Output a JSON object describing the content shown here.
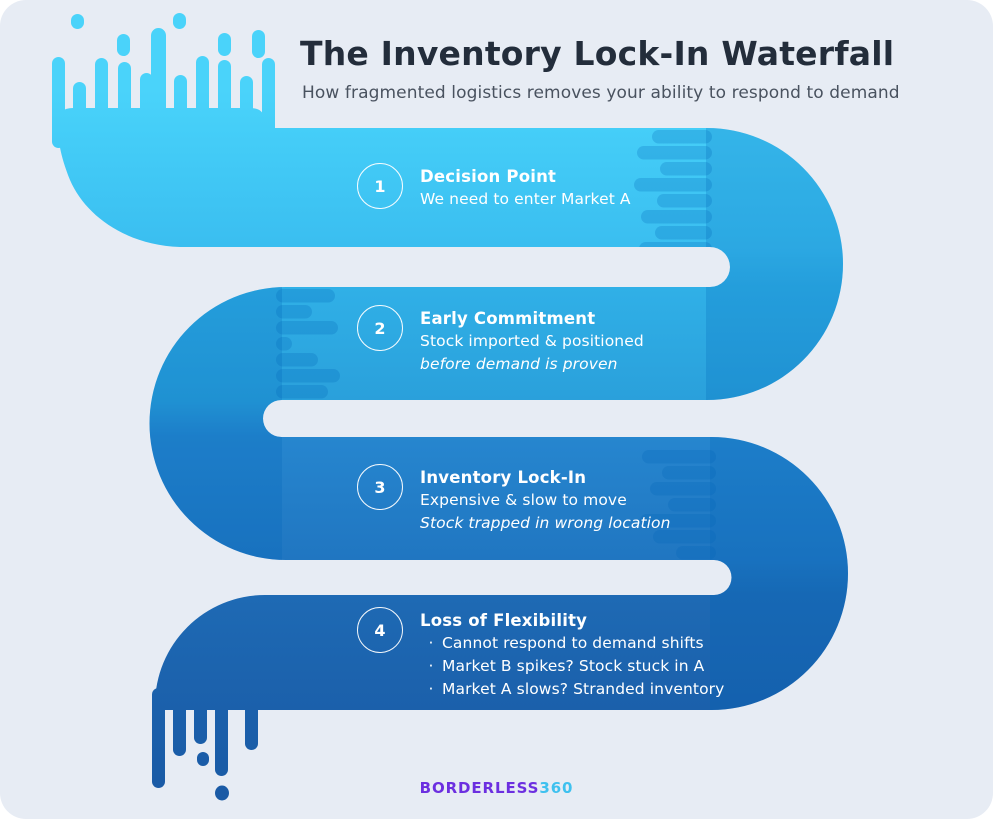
{
  "header": {
    "title": "The Inventory Lock-In Waterfall",
    "subtitle": "How fragmented logistics removes your ability to respond to demand"
  },
  "bullet_char": "·",
  "steps": [
    {
      "number": "1",
      "title": "Decision Point",
      "lines": {
        "0": {
          "text": "We need to enter Market A"
        }
      }
    },
    {
      "number": "2",
      "title": "Early Commitment",
      "lines": {
        "0": {
          "text": "Stock imported & positioned"
        },
        "1": {
          "text": "before demand is proven"
        }
      }
    },
    {
      "number": "3",
      "title": "Inventory Lock-In",
      "lines": {
        "0": {
          "text": "Expensive & slow to move"
        },
        "1": {
          "text": "Stock trapped in wrong location"
        }
      }
    },
    {
      "number": "4",
      "title": "Loss of Flexibility",
      "lines": {
        "0": {
          "text": "Cannot respond to demand shifts"
        },
        "1": {
          "text": "Market B spikes? Stock stuck in A"
        },
        "2": {
          "text": "Market A slows? Stranded inventory"
        }
      }
    }
  ],
  "footer": {
    "brand": "BORDERLESS",
    "brand_suffix": "360"
  },
  "colors": {
    "canvas_background": "#E7ECF4",
    "flow_top": "#45CEF8",
    "flow_bottom": "#1A59A4",
    "comb_overlay": "rgba(0,100,185,0.24)",
    "title_text": "#232D3B",
    "subtitle_text": "#49525F",
    "step_text": "#FFFFFF",
    "brand_primary": "#6C2FE0",
    "brand_accent": "#3EC1EF"
  }
}
